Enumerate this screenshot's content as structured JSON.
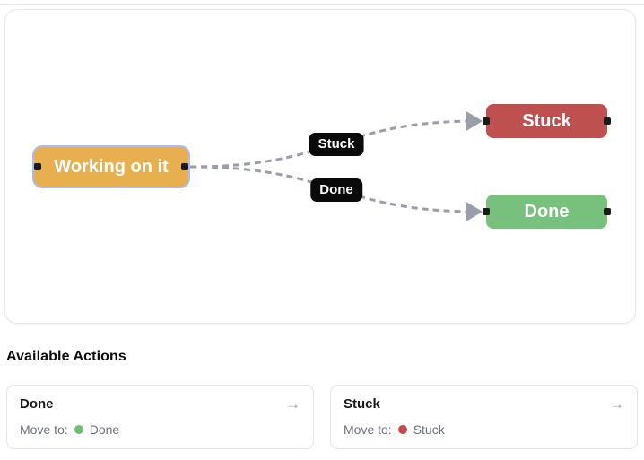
{
  "flow": {
    "nodes": [
      {
        "id": "working",
        "label": "Working on it",
        "color": "#E8AF4F",
        "selected": true,
        "selection_border_color": "#AEB9F0"
      },
      {
        "id": "stuck",
        "label": "Stuck",
        "color": "#BE5150"
      },
      {
        "id": "done",
        "label": "Done",
        "color": "#78C17C"
      }
    ],
    "edges": [
      {
        "label": "Stuck",
        "from": "Working on it",
        "to": "Stuck"
      },
      {
        "label": "Done",
        "from": "Working on it",
        "to": "Done"
      }
    ],
    "edge_color": "#999EA9",
    "edge_label_bg": "#0A0A0A",
    "handle_color": "#1A1A1A"
  },
  "actions": {
    "heading": "Available Actions",
    "move_to_label": "Move to:",
    "arrow_glyph": "→",
    "cards": [
      {
        "title": "Done",
        "target_state": "Done",
        "dot_color": "#6FBE74"
      },
      {
        "title": "Stuck",
        "target_state": "Stuck",
        "dot_color": "#BF4D4D"
      }
    ]
  }
}
